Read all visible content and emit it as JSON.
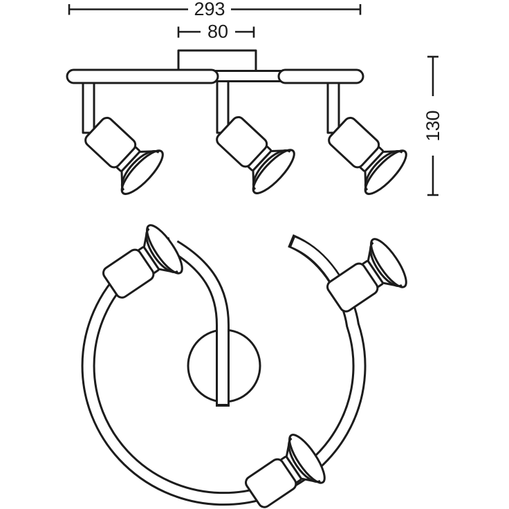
{
  "page": {
    "background_color": "#ffffff"
  },
  "drawing": {
    "line_color": "#1c1c1c",
    "description": "technical dimension drawing of a 3-head ceiling spotlight, side view above and plan view below",
    "dimensions": {
      "overall_width": "293",
      "canopy_width": "80",
      "height": "130"
    }
  }
}
